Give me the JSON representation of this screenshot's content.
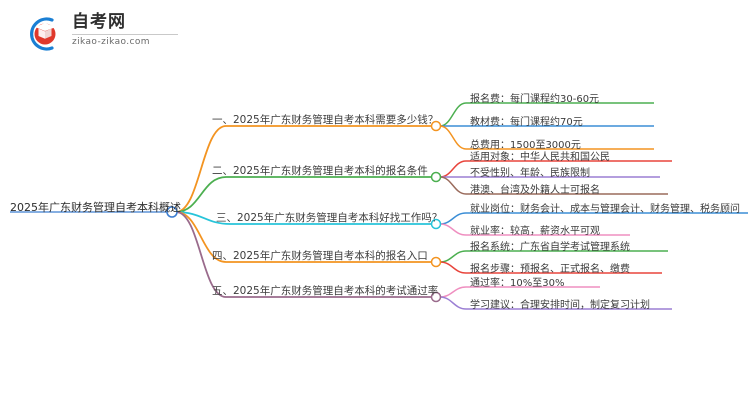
{
  "logo": {
    "name_cn": "自考网",
    "url": "zikao-zikao.com",
    "mark_icon": "graduation-book-icon"
  },
  "mindmap": {
    "root": {
      "label": "2025年广东财务管理自考本科概述",
      "color": "#3f7fd1"
    },
    "branches": [
      {
        "index": "一",
        "label": "一、2025年广东财务管理自考本科需要多少钱？",
        "color": "#f39421",
        "children": [
          {
            "label": "报名费：每门课程约30-60元",
            "color": "#4caf50"
          },
          {
            "label": "教材费：每门课程约70元",
            "color": "#3b8ed6"
          },
          {
            "label": "总费用：1500至3000元",
            "color": "#f39421"
          }
        ]
      },
      {
        "index": "二",
        "label": "二、2025年广东财务管理自考本科的报名条件",
        "color": "#4caf50",
        "children": [
          {
            "label": "适用对象：中华人民共和国公民",
            "color": "#e8453c"
          },
          {
            "label": "不受性别、年龄、民族限制",
            "color": "#9b7fd4"
          },
          {
            "label": "港澳、台湾及外籍人士可报名",
            "color": "#9a6b5c"
          }
        ]
      },
      {
        "index": "三",
        "label": "三、2025年广东财务管理自考本科好找工作吗？",
        "color": "#27c4d9",
        "children": [
          {
            "label": "就业岗位：财务会计、成本与管理会计、财务管理、税务顾问",
            "color": "#3b8ed6"
          },
          {
            "label": "就业率：较高，薪资水平可观",
            "color": "#ef8fc0"
          }
        ]
      },
      {
        "index": "四",
        "label": "四、2025年广东财务管理自考本科的报名入口",
        "color": "#f39421",
        "children": [
          {
            "label": "报名系统：广东省自学考试管理系统",
            "color": "#4caf50"
          },
          {
            "label": "报名步骤：预报名、正式报名、缴费",
            "color": "#e8453c"
          }
        ]
      },
      {
        "index": "五",
        "label": "五、2025年广东财务管理自考本科的考试通过率",
        "color": "#9a6b8c",
        "children": [
          {
            "label": "通过率：10%至30%",
            "color": "#ef8fc0"
          },
          {
            "label": "学习建议：合理安排时间，制定复习计划",
            "color": "#9b7fd4"
          }
        ]
      }
    ]
  }
}
